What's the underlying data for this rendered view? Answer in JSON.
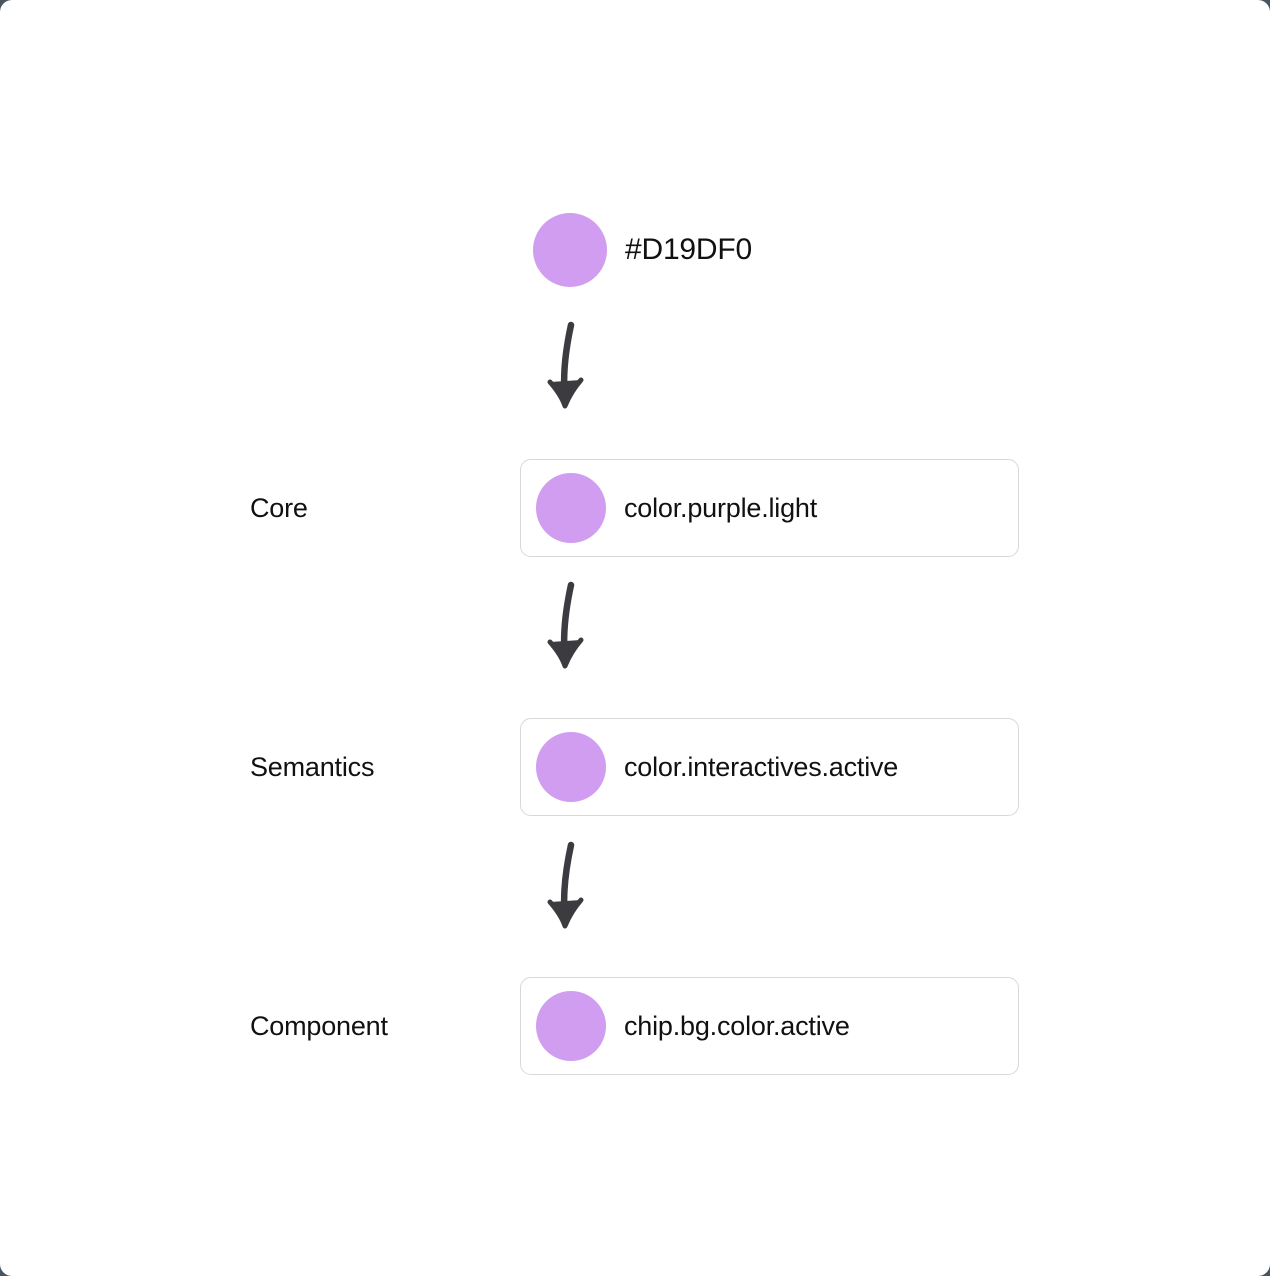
{
  "theme": {
    "page_bg": "#ffffff",
    "outer_bg": "#475560",
    "card_border": "#d8d8d8",
    "text_color": "#111111",
    "arrow_color": "#3c3c40",
    "swatch_color": "#D19DF0"
  },
  "source": {
    "hex_label": "#D19DF0",
    "swatch_color": "#D19DF0"
  },
  "tiers": [
    {
      "label": "Core",
      "token": "color.purple.light",
      "swatch_color": "#D19DF0"
    },
    {
      "label": "Semantics",
      "token": "color.interactives.active",
      "swatch_color": "#D19DF0"
    },
    {
      "label": "Component",
      "token": "chip.bg.color.active",
      "swatch_color": "#D19DF0"
    }
  ],
  "arrows": [
    {
      "name": "arrow-source-to-core"
    },
    {
      "name": "arrow-core-to-semantics"
    },
    {
      "name": "arrow-semantics-to-component"
    }
  ]
}
